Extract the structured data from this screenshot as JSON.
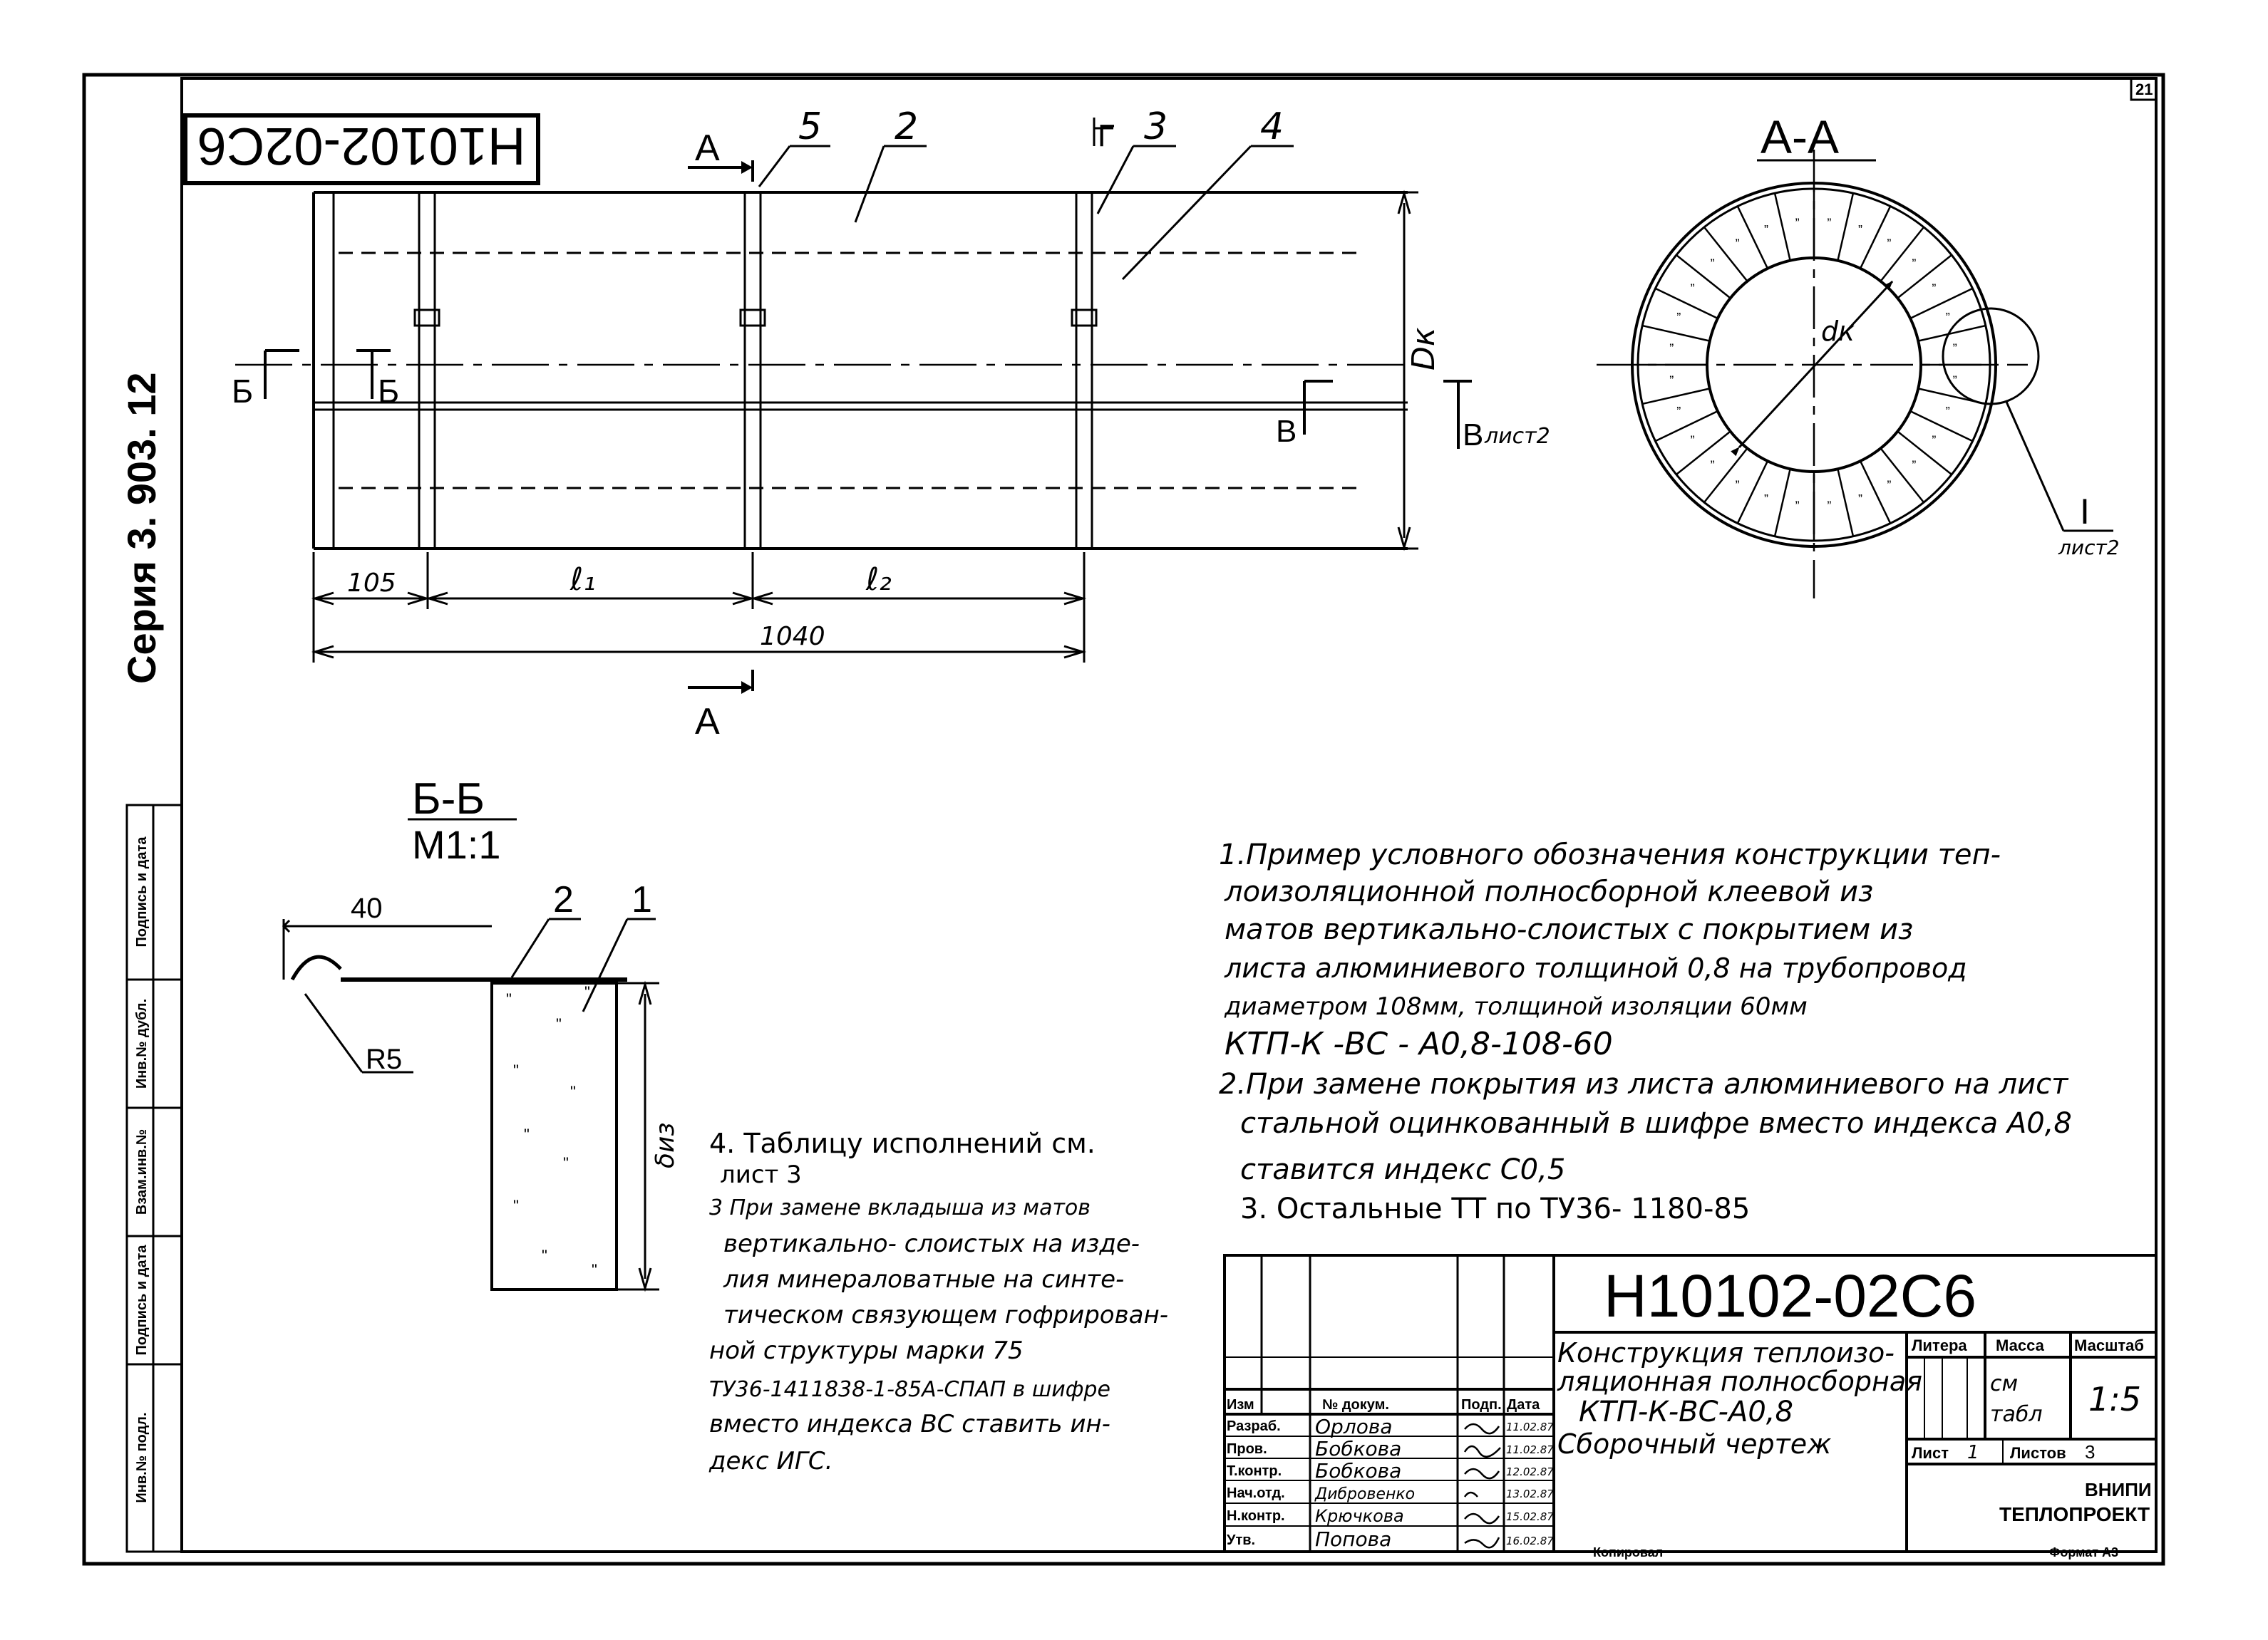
{
  "sheet": {
    "corner_number": "21",
    "series_label": "Серия  3. 903. 12",
    "stamp_top": "Н10102-02С6",
    "copied_label": "Копировал",
    "format_label": "Формат  А3"
  },
  "left_strip": {
    "cells": [
      "Инв.№ подл.",
      "Подпись и дата",
      "Взам.инв.№",
      "Инв.№ дубл.",
      "Подпись и дата"
    ]
  },
  "main_view": {
    "section_a": "А",
    "section_b": "Б",
    "section_v": "В",
    "section_g": "Г",
    "v_list": "лист2",
    "callouts": [
      "5",
      "2",
      "3",
      "4"
    ],
    "dim_105": "105",
    "dim_l1": "ℓ₁",
    "dim_l2": "ℓ₂",
    "dim_total": "1040",
    "dim_dk": "Dк"
  },
  "section_aa": {
    "title": "А-А",
    "label_dk": "dк",
    "callout": "I",
    "callout_sheet": "лист2"
  },
  "section_bb": {
    "title": "Б-Б",
    "scale": "М1:1",
    "dim_40": "40",
    "callout_2": "2",
    "callout_1": "1",
    "radius": "R5",
    "thickness": "δиз"
  },
  "notes_left": [
    "4. Таблицу  исполнений  см.",
    "лист 3",
    "3 При замене вкладыша из матов",
    "вертикально- слоистых на изде-",
    "лия минераловатные на синте-",
    "тическом связующем гофрирован-",
    "ной структуры марки 75",
    "ТУ36-1411838-1-85А-СПАП в шифре",
    "вместо индекса ВС ставить ин-",
    "декс ИГС."
  ],
  "notes_right": [
    "1.Пример условного обозначения  конструкции  теп-",
    "лоизоляционной полносборной  клеевой      из",
    "матов вертикально-слоистых с покрытием из",
    "листа  алюминиевого толщиной 0,8 на трубопровод",
    "диаметром 108мм, толщиной изоляции 60мм",
    "КТП-К -ВС - А0,8-108-60",
    "2.При замене покрытия из листа алюминиевого на лист",
    "стальной оцинкованный в шифре вместо индекса А0,8",
    "ставится индекс С0,5",
    "3. Остальные  ТТ  по  ТУ36- 1180-85"
  ],
  "title_block": {
    "code": "Н10102-02С6",
    "name_lines": [
      "Конструкция теплоизо-",
      "ляционная полносборная",
      "КТП-К-ВС-А0,8",
      "Сборочный чертеж"
    ],
    "headers": [
      "Изм",
      "№ докум.",
      "Подп.",
      "Дата"
    ],
    "roles": [
      "Разраб.",
      "Пров.",
      "Т.контр.",
      "Нач.отд.",
      "Н.контр.",
      "Утв."
    ],
    "names": [
      "Орлова",
      "Бобкова",
      "Бобкова",
      "Дибровенко",
      "Крючкова",
      "Попова"
    ],
    "dates": [
      "11.02.87",
      "11.02.87",
      "12.02.87",
      "13.02.87",
      "15.02.87",
      "16.02.87"
    ],
    "litera_label": "Литера",
    "mass_label": "Масса",
    "mass_value": [
      "см",
      "табл"
    ],
    "scale_label": "Масштаб",
    "scale_value": "1:5",
    "sheet_label": "Лист",
    "sheet_value": "1",
    "sheets_label": "Листов",
    "sheets_value": "3",
    "org": [
      "ВНИПИ",
      "ТЕПЛОПРОЕКТ"
    ]
  }
}
